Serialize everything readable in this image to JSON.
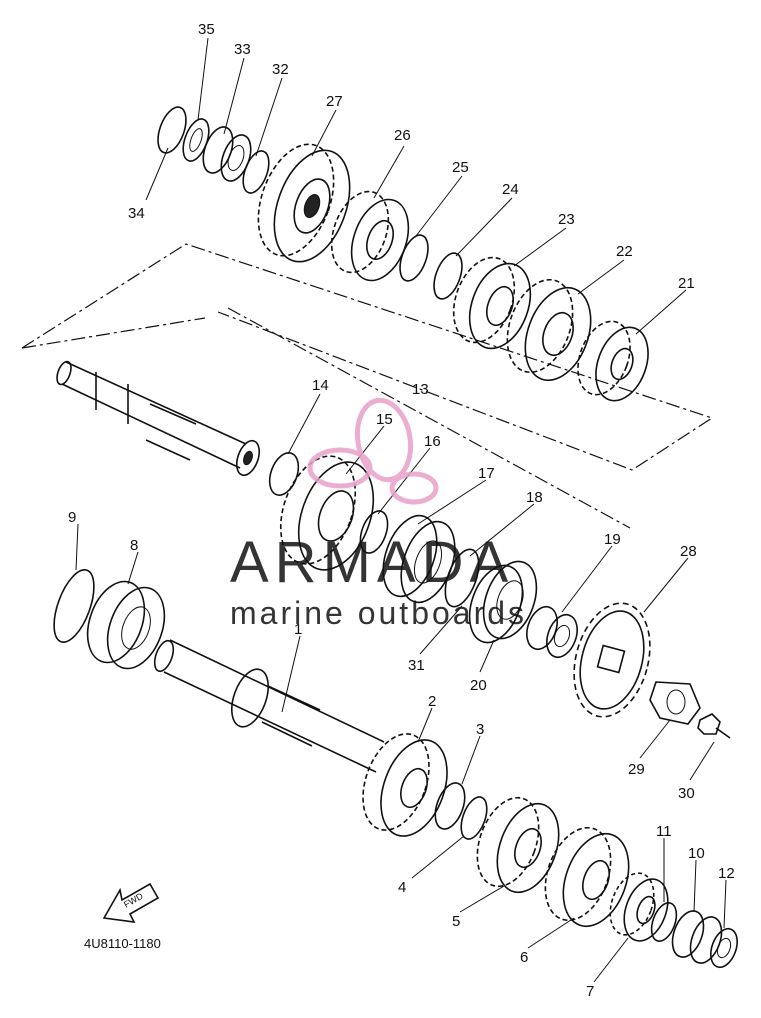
{
  "diagram": {
    "code": "4U8110-1180",
    "forward_mark": "FWD",
    "watermark": {
      "brand": "ARMADA",
      "tagline": "marine outboards",
      "color_logo": "#e8a0c8",
      "color_text": "#9a9a9a"
    },
    "callouts": [
      "1",
      "2",
      "3",
      "4",
      "5",
      "6",
      "7",
      "8",
      "9",
      "10",
      "11",
      "12",
      "13",
      "14",
      "15",
      "16",
      "17",
      "18",
      "19",
      "20",
      "21",
      "22",
      "23",
      "24",
      "25",
      "26",
      "27",
      "28",
      "29",
      "30",
      "31",
      "32",
      "33",
      "34",
      "35"
    ]
  }
}
